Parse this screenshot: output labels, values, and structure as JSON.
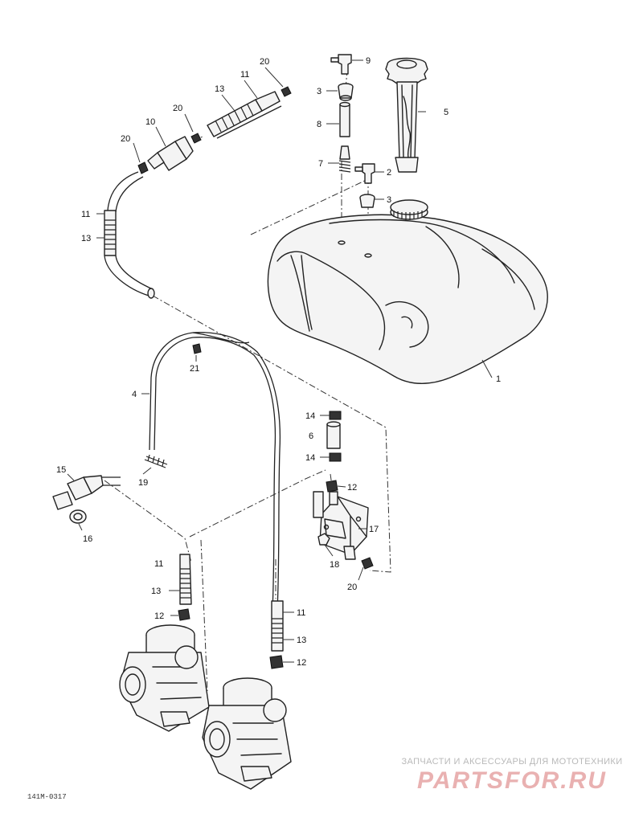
{
  "diagram": {
    "reference_code": "141M-0317",
    "callouts": {
      "c1": "1",
      "c2": "2",
      "c3a": "3",
      "c3b": "3",
      "c4": "4",
      "c5": "5",
      "c6": "6",
      "c7": "7",
      "c8": "8",
      "c9": "9",
      "c10": "10",
      "c11a": "11",
      "c11b": "11",
      "c11c": "11",
      "c11d": "11",
      "c12a": "12",
      "c12b": "12",
      "c12c": "12",
      "c13a": "13",
      "c13b": "13",
      "c13c": "13",
      "c13d": "13",
      "c14a": "14",
      "c14b": "14",
      "c15": "15",
      "c16": "16",
      "c17": "17",
      "c18": "18",
      "c19": "19",
      "c20a": "20",
      "c20b": "20",
      "c20c": "20",
      "c20d": "20",
      "c21": "21"
    }
  },
  "watermark": {
    "line1": "ЗАПЧАСТИ И АКСЕССУАРЫ ДЛЯ МОТОТЕХНИКИ",
    "line2": "PARTSFOR.RU"
  }
}
